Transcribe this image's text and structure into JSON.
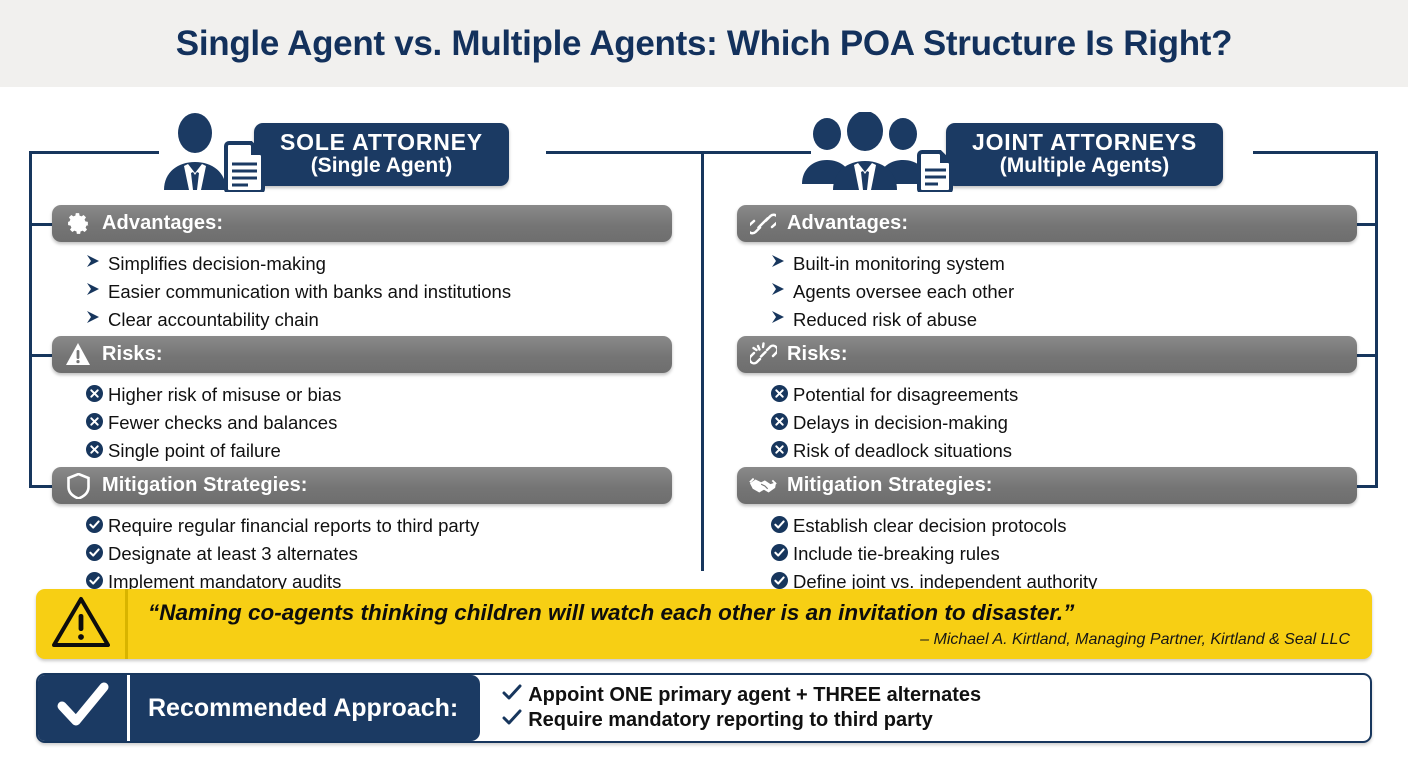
{
  "title": "Single Agent vs. Multiple Agents: Which POA Structure Is Right?",
  "colors": {
    "navy": "#1b3a63",
    "title_navy": "#13315c",
    "gray_bar": "#757575",
    "yellow": "#f7cf14",
    "title_band": "#f1f0ee"
  },
  "columns": [
    {
      "id": "sole",
      "icon": "single-businessman-document-icon",
      "badge_line1": "SOLE ATTORNEY",
      "badge_line2": "(Single Agent)",
      "sections": [
        {
          "id": "advantages",
          "icon": "gear-icon",
          "title": "Advantages:",
          "bullet_icon": "arrow-bullet-icon",
          "items": [
            "Simplifies decision-making",
            "Easier communication with banks and institutions",
            "Clear accountability chain"
          ]
        },
        {
          "id": "risks",
          "icon": "warning-triangle-icon",
          "title": "Risks:",
          "bullet_icon": "x-circle-icon",
          "items": [
            "Higher risk of misuse or bias",
            "Fewer checks and balances",
            "Single point of failure"
          ]
        },
        {
          "id": "mitigation",
          "icon": "shield-icon",
          "title": "Mitigation Strategies:",
          "bullet_icon": "check-circle-icon",
          "items": [
            "Require regular financial reports to third party",
            "Designate at least 3 alternates",
            "Implement mandatory audits"
          ]
        }
      ]
    },
    {
      "id": "joint",
      "icon": "three-businessmen-document-icon",
      "badge_line1": "JOINT ATTORNEYS",
      "badge_line2": "(Multiple Agents)",
      "sections": [
        {
          "id": "advantages",
          "icon": "chain-link-icon",
          "title": "Advantages:",
          "bullet_icon": "arrow-bullet-icon",
          "items": [
            "Built-in monitoring system",
            "Agents oversee each other",
            "Reduced risk of abuse"
          ]
        },
        {
          "id": "risks",
          "icon": "broken-chain-icon",
          "title": "Risks:",
          "bullet_icon": "x-circle-icon",
          "items": [
            "Potential for disagreements",
            "Delays in decision-making",
            "Risk of deadlock situations"
          ]
        },
        {
          "id": "mitigation",
          "icon": "handshake-icon",
          "title": "Mitigation Strategies:",
          "bullet_icon": "check-circle-icon",
          "items": [
            "Establish clear decision protocols",
            "Include tie-breaking rules",
            "Define joint vs. independent authority"
          ]
        }
      ]
    }
  ],
  "quote": {
    "icon": "warning-triangle-icon",
    "text": "“Naming co-agents thinking children will watch each other is an invitation to disaster.”",
    "attribution": "– Michael A. Kirtland, Managing Partner, Kirtland & Seal LLC"
  },
  "recommendation": {
    "icon": "checkmark-icon",
    "label": "Recommended Approach:",
    "bullet_icon": "check-mark-icon",
    "points": [
      "Appoint ONE primary agent + THREE alternates",
      "Require mandatory reporting to third party"
    ]
  }
}
